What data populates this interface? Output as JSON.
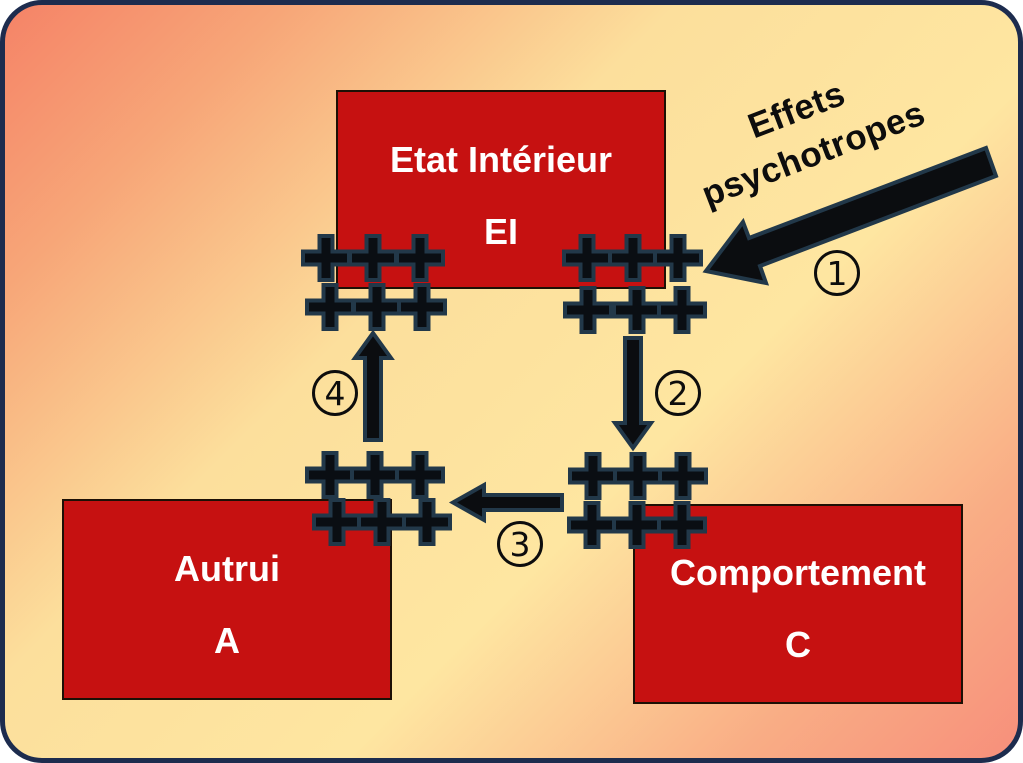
{
  "title": "Psychotropic effects behavioural loop diagram",
  "nodes": {
    "ei": {
      "title": "Etat Intérieur",
      "abbr": "EI"
    },
    "autrui": {
      "title": "Autrui",
      "abbr": "A"
    },
    "comportement": {
      "title": "Comportement",
      "abbr": "C"
    }
  },
  "external_input": {
    "line1": "Effets",
    "line2": "psychotropes"
  },
  "steps": {
    "s1": "1",
    "s2": "2",
    "s3": "3",
    "s4": "4"
  },
  "icons": {
    "plus_cluster": "plus-cross symbols (2 rows of 3) at each interface",
    "arrow1": "thick diagonal arrow pointing down-left into EI node",
    "arrow2": "arrow down from EI to Comportement",
    "arrow3": "arrow left from Comportement to Autrui",
    "arrow4": "arrow up from Autrui to EI"
  },
  "colors": {
    "node_fill": "#c61111",
    "node_border": "#1d1005",
    "node_text": "#ffffff",
    "arrow_fill": "#0b0d10",
    "arrow_outline": "#223849",
    "plus_fill": "#0a0e13",
    "plus_outline": "#223849",
    "frame_border": "#1d2c4e",
    "bg_top_left": "#f58367",
    "bg_middle": "#fee6a1",
    "bg_bottom_right": "#f78f7b",
    "label_text": "#0d0d0d"
  }
}
